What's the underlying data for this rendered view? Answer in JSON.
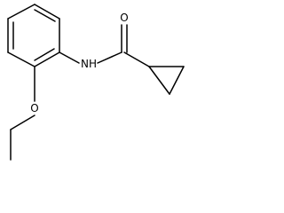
{
  "molecule": {
    "atoms": {
      "oxygen_carbonyl": "O",
      "nitrogen_amide": "NH",
      "oxygen_ether": "O"
    },
    "colors": {
      "bond": "#000000",
      "label": "#000000",
      "background": "#ffffff"
    }
  }
}
